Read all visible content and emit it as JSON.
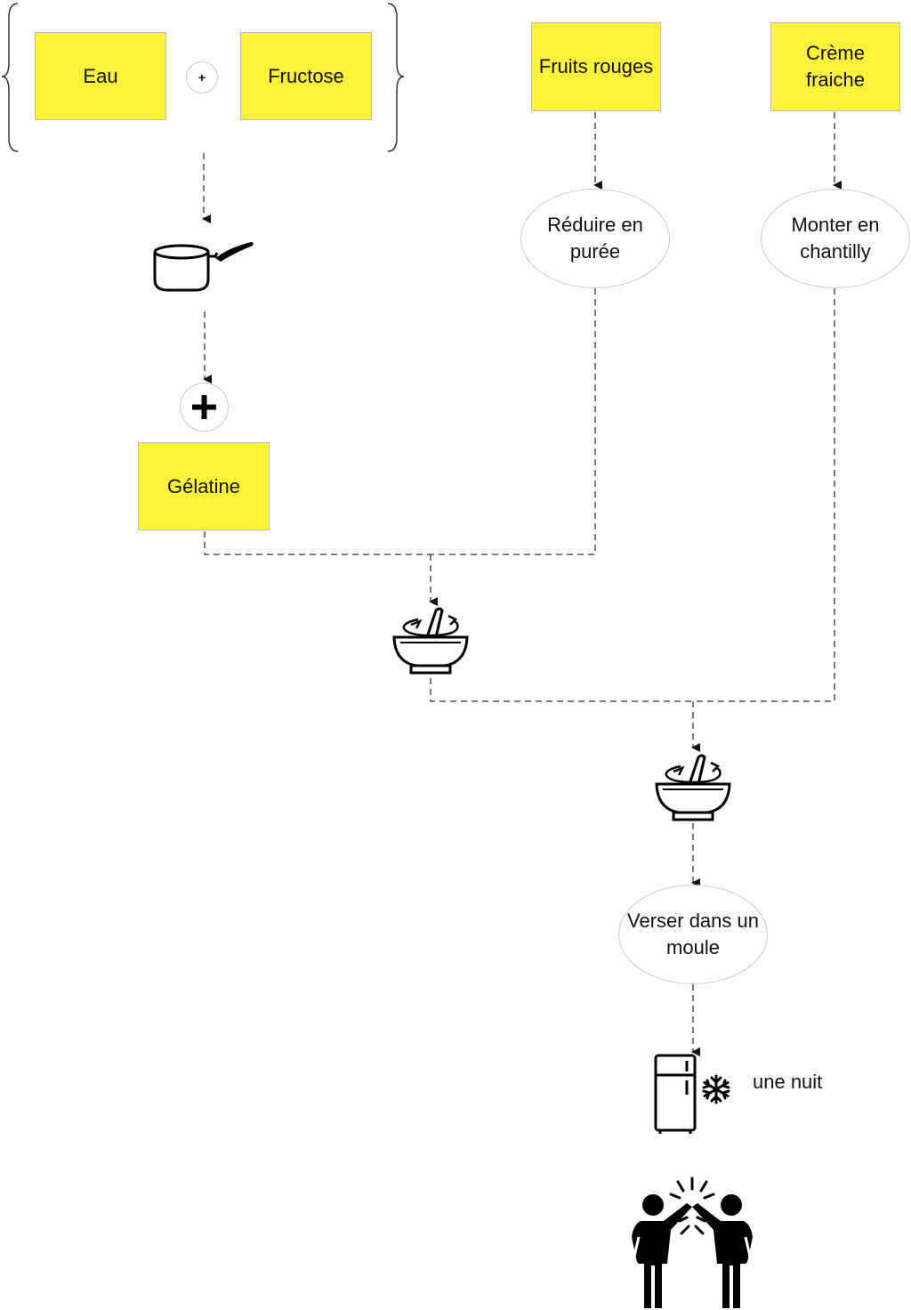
{
  "ingredients": {
    "water": "Eau",
    "fructose": "Fructose",
    "red_fruits": "Fruits rouges",
    "cream": "Crème fraiche",
    "gelatin": "Gélatine"
  },
  "steps": {
    "puree": "Réduire en purée",
    "whip": "Monter en chantilly",
    "pour": "Verser dans un moule"
  },
  "fridge_note": "une nuit",
  "plus_symbol": "+",
  "colors": {
    "note_fill": "#FFF23A",
    "connector": "#333333",
    "icon": "#000000"
  },
  "icons": [
    "saucepan-icon",
    "plus-icon",
    "mixing-bowl-icon",
    "mixing-bowl-icon",
    "fridge-icon",
    "snowflake-icon",
    "high-five-icon"
  ]
}
